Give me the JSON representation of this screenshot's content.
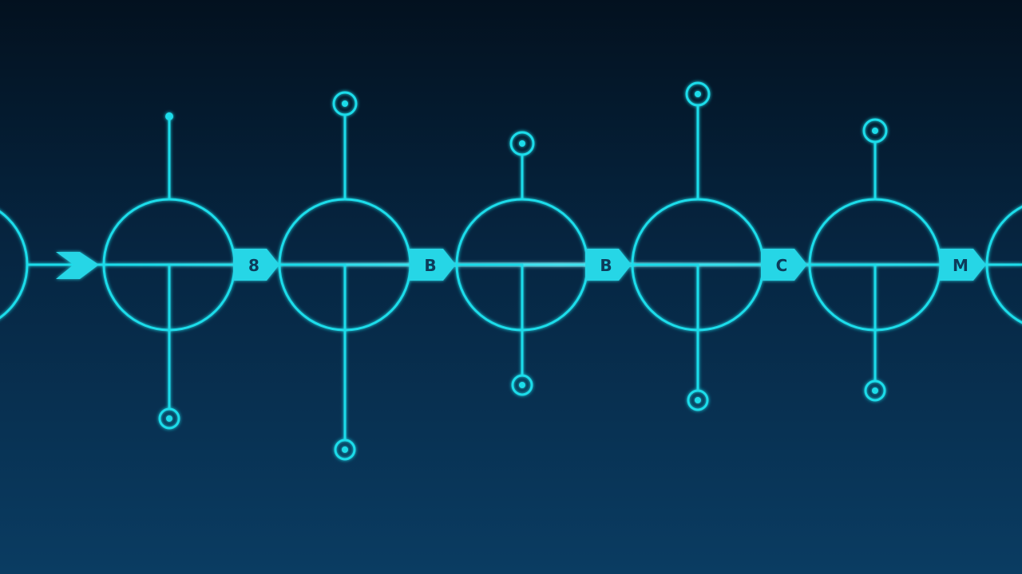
{
  "colors": {
    "line": "#1fdcea",
    "glow": "#0fb6d6",
    "tag_fill": "#28d6e6",
    "tag_text": "#0a3b5a"
  },
  "diagram": {
    "start_marker": "arrow-chevron-icon",
    "nodes": [
      {
        "name": "node-1",
        "top_terminal": "dot",
        "bottom_terminal": "ring"
      },
      {
        "name": "node-2",
        "top_terminal": "ring",
        "bottom_terminal": "ring"
      },
      {
        "name": "node-3",
        "top_terminal": "ring",
        "bottom_terminal": "ring"
      },
      {
        "name": "node-4",
        "top_terminal": "ring",
        "bottom_terminal": "ring"
      },
      {
        "name": "node-5",
        "top_terminal": "ring",
        "bottom_terminal": "ring"
      }
    ],
    "tags": [
      "8",
      "B",
      "B",
      "C",
      "M"
    ]
  }
}
